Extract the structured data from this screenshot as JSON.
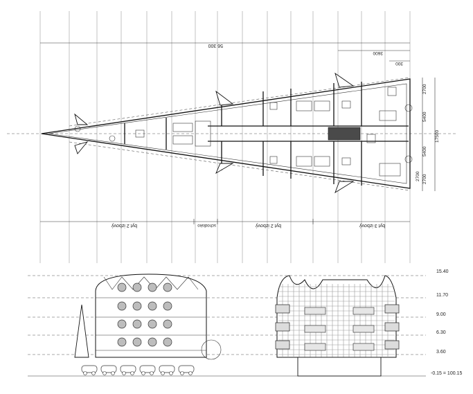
{
  "plan": {
    "overall_dimension": "56 300",
    "top_dim_1": "3600",
    "top_dim_2": "300",
    "side_dimensions": [
      "2700",
      "5400",
      "17500",
      "5400",
      "2700",
      "2700"
    ],
    "zones": [
      "byt 2 izbový",
      "schodisko",
      "byt 2 izbový",
      "byt 3 izbový"
    ]
  },
  "elevation": {
    "levels": [
      "15.40",
      "11.70",
      "9.00",
      "6.30",
      "3.60",
      "-0.15 = 100.15"
    ]
  }
}
